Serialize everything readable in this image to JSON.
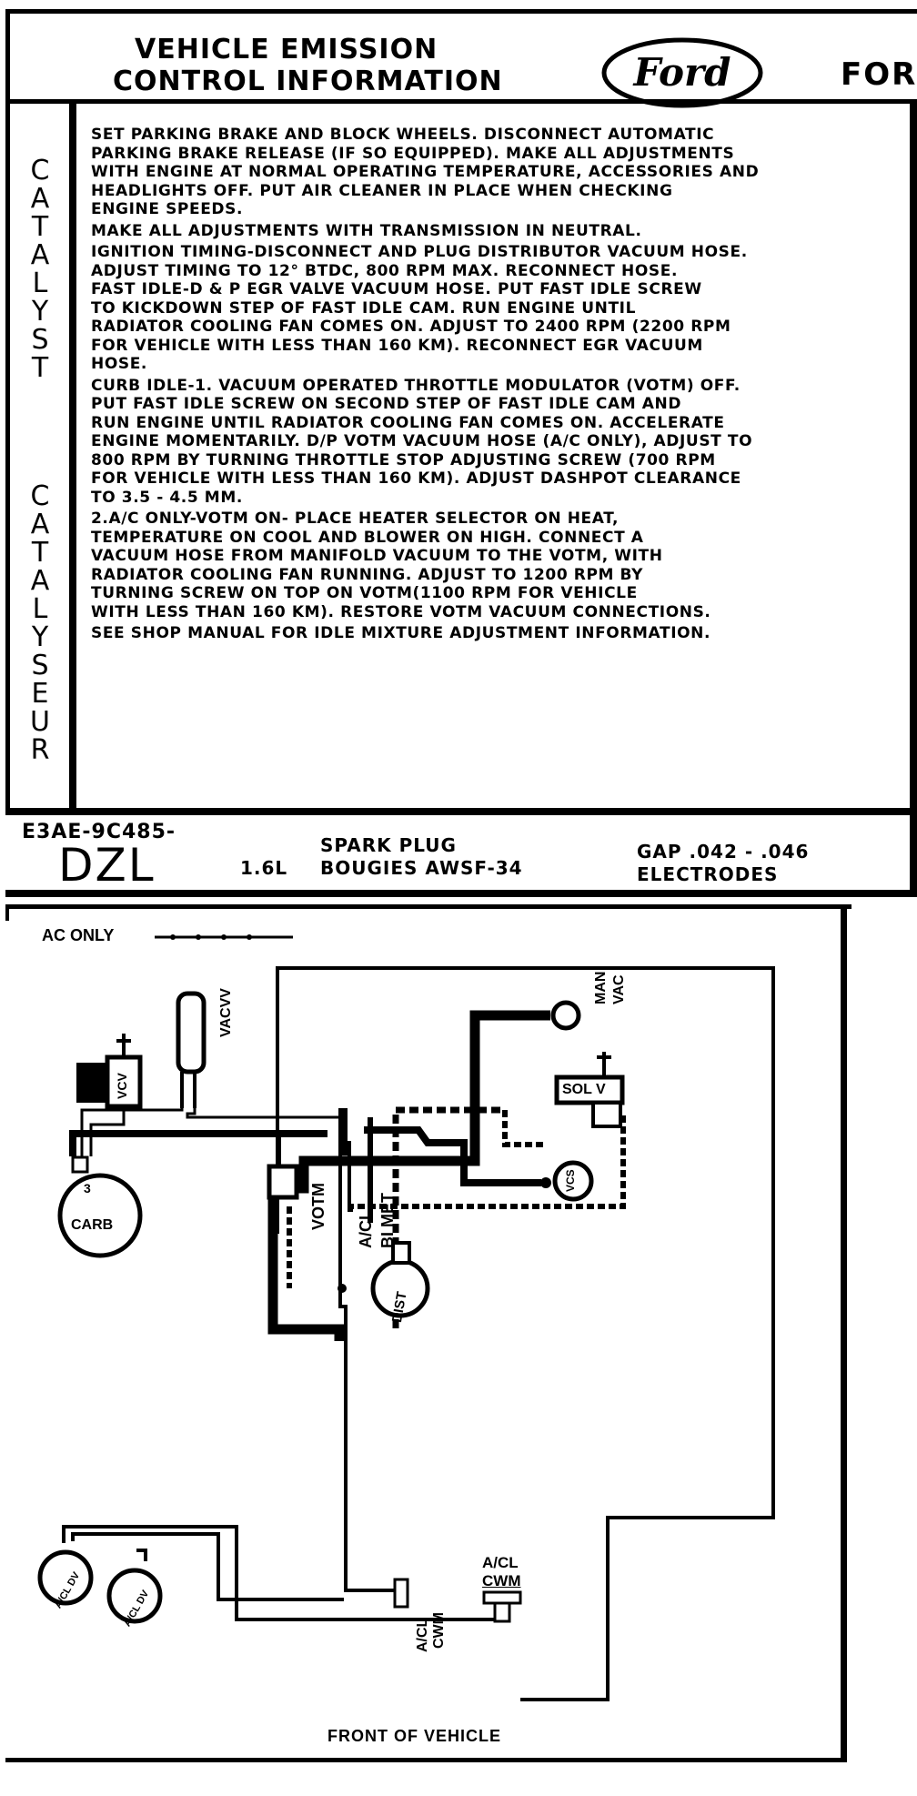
{
  "header": {
    "title_line1": "VEHICLE EMISSION",
    "title_line2": "CONTROL INFORMATION",
    "logo_text": "Ford",
    "brand_right": "FOR"
  },
  "side_labels": {
    "catalyst": [
      "C",
      "A",
      "T",
      "A",
      "L",
      "Y",
      "S",
      "T"
    ],
    "catalyseur": [
      "C",
      "A",
      "T",
      "A",
      "L",
      "Y",
      "S",
      "E",
      "U",
      "R"
    ]
  },
  "instructions": [
    "SET PARKING BRAKE AND BLOCK WHEELS. DISCONNECT AUTOMATIC\nPARKING BRAKE RELEASE (IF SO EQUIPPED). MAKE ALL ADJUSTMENTS\nWITH ENGINE AT NORMAL OPERATING TEMPERATURE, ACCESSORIES AND\nHEADLIGHTS OFF. PUT AIR CLEANER IN  PLACE WHEN CHECKING\nENGINE SPEEDS.",
    "MAKE ALL ADJUSTMENTS WITH TRANSMISSION IN NEUTRAL.",
    "IGNITION TIMING-DISCONNECT AND PLUG DISTRIBUTOR VACUUM HOSE.\nADJUST TIMING TO 12° BTDC, 800 RPM MAX. RECONNECT HOSE.\nFAST IDLE-D & P EGR VALVE VACUUM HOSE. PUT FAST IDLE SCREW\nTO KICKDOWN STEP OF FAST IDLE CAM. RUN ENGINE UNTIL\nRADIATOR COOLING FAN COMES ON. ADJUST TO 2400 RPM (2200 RPM\nFOR VEHICLE WITH LESS THAN 160 KM). RECONNECT EGR VACUUM\nHOSE.",
    "CURB IDLE-1. VACUUM OPERATED THROTTLE MODULATOR (VOTM) OFF.\nPUT FAST IDLE SCREW ON SECOND STEP OF FAST IDLE CAM AND\nRUN ENGINE UNTIL RADIATOR COOLING FAN COMES ON. ACCELERATE\nENGINE MOMENTARILY. D/P VOTM VACUUM HOSE (A/C ONLY), ADJUST TO\n800 RPM BY TURNING THROTTLE STOP ADJUSTING SCREW (700 RPM\nFOR VEHICLE WITH LESS THAN 160 KM). ADJUST DASHPOT CLEARANCE\nTO 3.5 - 4.5 MM.",
    "2.A/C ONLY-VOTM ON-  PLACE HEATER SELECTOR ON HEAT,\nTEMPERATURE ON COOL AND BLOWER ON HIGH. CONNECT A\nVACUUM HOSE FROM MANIFOLD VACUUM TO THE VOTM, WITH\nRADIATOR COOLING FAN RUNNING. ADJUST TO 1200 RPM BY\nTURNING SCREW ON TOP ON VOTM(1100 RPM FOR VEHICLE\nWITH LESS THAN 160 KM). RESTORE VOTM VACUUM CONNECTIONS.",
    "SEE SHOP MANUAL FOR IDLE MIXTURE ADJUSTMENT INFORMATION."
  ],
  "specs": {
    "part_number": "E3AE-9C485-",
    "code": "DZL",
    "engine": "1.6L",
    "spark_plug_line1": "SPARK PLUG",
    "spark_plug_line2": "BOUGIES AWSF-34",
    "gap_line1": "GAP .042 - .046",
    "gap_line2": "ELECTRODES"
  },
  "diagram": {
    "legend": "AC ONLY",
    "man_line1": "MAN",
    "man_line2": "VAC",
    "sol_v": "SOL V",
    "vacvv": "VACVV",
    "vcv": "VCV",
    "votm": "VOTM",
    "acl_bimet_1": "A/CL",
    "acl_bimet_2": "BI MET",
    "vcs": "VCS",
    "carb_num": "3",
    "carb": "CARB",
    "dist": "DIST",
    "acl_dv": "A/CL DV",
    "acl_cwm_left_1": "A/CL",
    "acl_cwm_left_2": "CWM",
    "acl_cwm_right_1": "A/CL",
    "acl_cwm_right_2": "CWM",
    "front": "FRONT OF VEHICLE"
  }
}
